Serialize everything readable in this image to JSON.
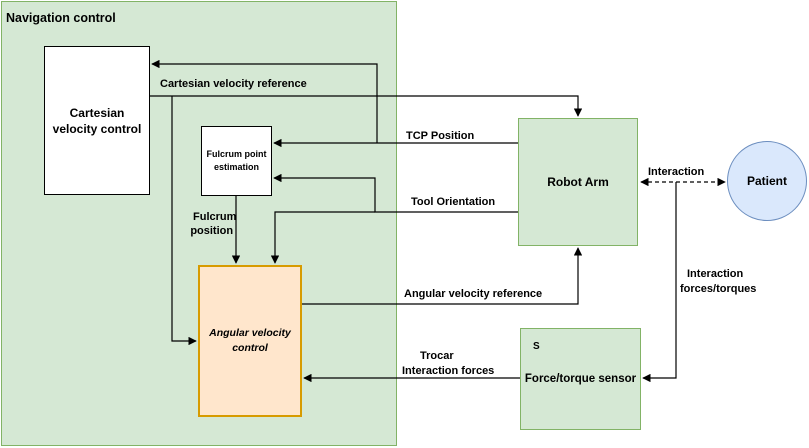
{
  "title": "Navigation control",
  "nodes": {
    "cartesian": "Cartesian velocity control",
    "fulcrum": "Fulcrum point estimation",
    "angular": "Angular velocity control",
    "robot": "Robot Arm",
    "patient": "Patient",
    "sensor": "Force/torque sensor",
    "sensor_mark": "S"
  },
  "labels": {
    "cartesian_ref": "Cartesian velocity reference",
    "tcp": "TCP Position",
    "tool": "Tool Orientation",
    "fulcrum_pos_1": "Fulcrum",
    "fulcrum_pos_2": "position",
    "angular_ref": "Angular velocity reference",
    "interaction": "Interaction",
    "inter_forces_1": "Interaction",
    "inter_forces_2": "forces/torques",
    "trocar_1": "Trocar",
    "trocar_2": "Interaction forces"
  },
  "colors": {
    "green_fill": "#d5e8d4",
    "green_stroke": "#82b366",
    "orange_fill": "#ffe6cc",
    "orange_stroke": "#d79b00",
    "blue_fill": "#dae8fc",
    "blue_stroke": "#6c8ebf"
  }
}
